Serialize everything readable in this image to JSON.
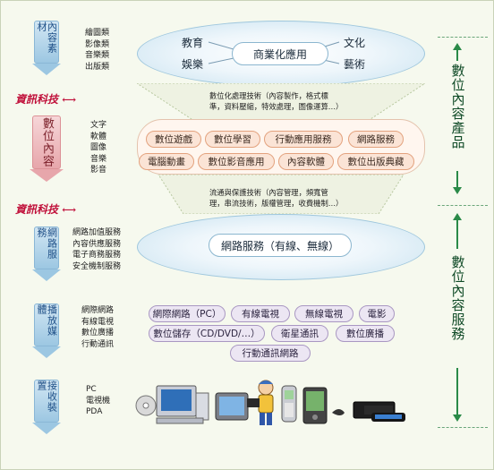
{
  "left_arrows": {
    "content_materials": {
      "label": "內容素材",
      "items": [
        "繪圖類",
        "影像類",
        "音樂類",
        "出版類"
      ]
    },
    "digital_content": {
      "label": "數位內容",
      "items": [
        "文字",
        "軟體",
        "圖像",
        "音樂",
        "影音"
      ]
    },
    "network_services": {
      "label": "網路服務",
      "items": [
        "網路加值服務",
        "內容供應服務",
        "電子商務服務",
        "安全機制服務"
      ]
    },
    "broadcast_media": {
      "label": "播放媒體",
      "items": [
        "網際網路",
        "有線電視",
        "數位廣播",
        "行動通訊"
      ]
    },
    "receiving_devices": {
      "label": "接收裝置",
      "items": [
        "PC",
        "電視機",
        "PDA"
      ]
    }
  },
  "info_tech": {
    "label": "資訊科技",
    "arrow": "⟷"
  },
  "top_ellipse": {
    "center": "商業化應用",
    "corners": {
      "top_left": "教育",
      "bottom_left": "娛樂",
      "top_right": "文化",
      "bottom_right": "藝術"
    }
  },
  "tech_text_1": [
    "數位化處理技術（內容製作，格式標",
    "準，資料壓縮，特效處理，圖像運算…）"
  ],
  "digital_content_pills": {
    "row1": [
      "數位遊戲",
      "數位學習",
      "行動應用服務",
      "網路服務"
    ],
    "row2": [
      "電腦動畫",
      "數位影音應用",
      "內容軟體",
      "數位出版典藏"
    ]
  },
  "tech_text_2": [
    "流通與保護技術（內容管理，頻寬管",
    "理，串流技術，版權管理，收費機制…）"
  ],
  "network_ellipse": {
    "label": "網路服務（有線、無線）"
  },
  "media_pills": {
    "row1": [
      "網際網路（PC）",
      "有線電視",
      "無線電視",
      "電影"
    ],
    "row2": [
      "數位儲存（CD/DVD/…）",
      "衛星通訊",
      "數位廣播"
    ],
    "row3": [
      "行動通訊網路"
    ]
  },
  "right_labels": {
    "top": "數位內容產品",
    "bottom": "數位內容服務"
  },
  "devices": [
    "pc-icon",
    "tv-icon",
    "person-icon",
    "mobile-phone-icon",
    "pda-icon",
    "game-console-icon"
  ]
}
